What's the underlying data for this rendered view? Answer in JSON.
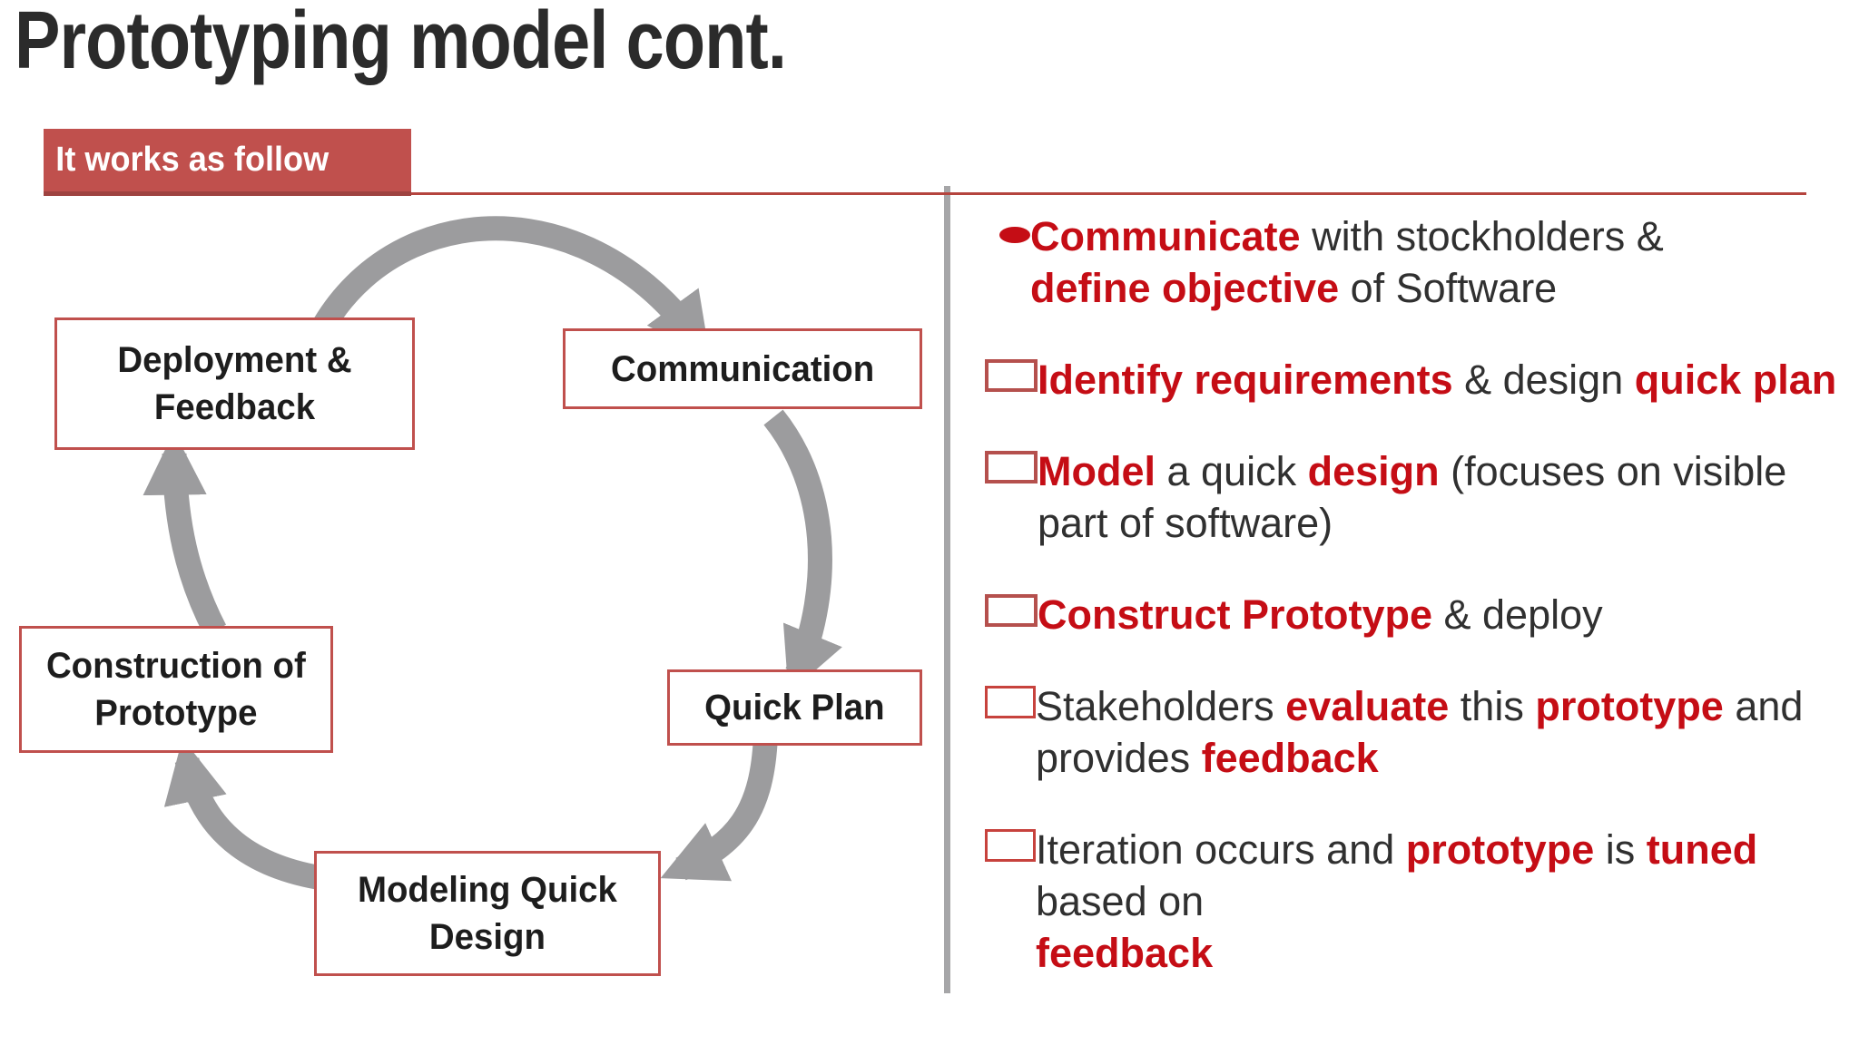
{
  "header": {
    "title": "Prototyping model cont.",
    "banner": "It works as follow"
  },
  "colors": {
    "accent_red": "#C0504D",
    "text_red": "#C50D15",
    "dark_text": "#303030",
    "arrow_gray": "#9C9C9E",
    "divider_gray": "#A6A6A8",
    "rule_red": "#B5443E",
    "background": "#FFFFFF"
  },
  "diagram": {
    "nodes": [
      {
        "id": "deployment",
        "label": "Deployment &\nFeedback"
      },
      {
        "id": "communication",
        "label": "Communication"
      },
      {
        "id": "quickplan",
        "label": "Quick Plan"
      },
      {
        "id": "modeling",
        "label": "Modeling Quick\nDesign"
      },
      {
        "id": "construction",
        "label": "Construction of\nPrototype"
      }
    ],
    "flow": [
      "Deployment & Feedback → Communication",
      "Communication → Quick Plan",
      "Quick Plan → Modeling Quick Design",
      "Modeling Quick Design → Construction of Prototype",
      "Construction of Prototype → Deployment & Feedback"
    ]
  },
  "bullets": {
    "items": [
      {
        "marker": "dot",
        "marker_bold": true,
        "runs": [
          {
            "t": "Communicate",
            "red": true
          },
          {
            "t": " with stockholders &",
            "red": false,
            "br": true
          },
          {
            "t": "define objective",
            "red": true
          },
          {
            "t": " of Software",
            "red": false
          }
        ]
      },
      {
        "marker": "box",
        "marker_bold": true,
        "runs": [
          {
            "t": "Identify requirements",
            "red": true
          },
          {
            "t": " & design ",
            "red": false
          },
          {
            "t": "quick plan",
            "red": true
          }
        ]
      },
      {
        "marker": "box",
        "marker_bold": true,
        "runs": [
          {
            "t": "Model",
            "red": true
          },
          {
            "t": " a quick ",
            "red": false
          },
          {
            "t": "design",
            "red": true
          },
          {
            "t": " (focuses on visible",
            "red": false,
            "br": true
          },
          {
            "t": "part of software)",
            "red": false
          }
        ]
      },
      {
        "marker": "box",
        "marker_bold": true,
        "runs": [
          {
            "t": "Construct Prototype",
            "red": true
          },
          {
            "t": " & deploy",
            "red": false
          }
        ]
      },
      {
        "marker": "box",
        "marker_bold": false,
        "runs": [
          {
            "t": "Stakeholders ",
            "red": false
          },
          {
            "t": "evaluate",
            "red": true
          },
          {
            "t": " this ",
            "red": false
          },
          {
            "t": "prototype",
            "red": true
          },
          {
            "t": " and",
            "red": false,
            "br": true
          },
          {
            "t": "provides ",
            "red": false
          },
          {
            "t": "feedback",
            "red": true
          }
        ]
      },
      {
        "marker": "box",
        "marker_bold": false,
        "runs": [
          {
            "t": "Iteration occurs and ",
            "red": false
          },
          {
            "t": "prototype",
            "red": true
          },
          {
            "t": " is ",
            "red": false
          },
          {
            "t": "tuned",
            "red": true
          },
          {
            "t": " based on ",
            "red": false,
            "br_after_word": "tuned",
            "br": true
          },
          {
            "t": "feedback",
            "red": true
          }
        ]
      }
    ]
  }
}
